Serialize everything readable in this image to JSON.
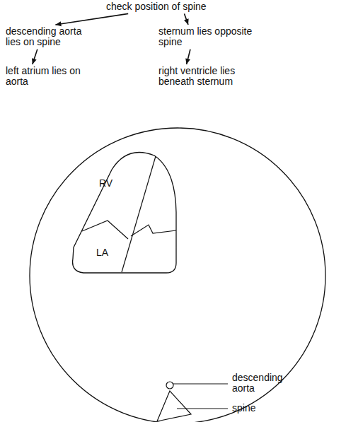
{
  "diagram": {
    "nodes": [
      {
        "text": [
          "check position of spine"
        ]
      },
      {
        "text": [
          "descending aorta lies on spine"
        ]
      },
      {
        "text": [
          "sternum lies opposite spine"
        ]
      },
      {
        "text": [
          "left atrium lies on aorta"
        ]
      },
      {
        "text": [
          "right ventricle lies beneath sternum"
        ]
      }
    ],
    "edges": [
      {
        "from": 0,
        "to": 1,
        "arrow": "to"
      },
      {
        "from": 0,
        "to": 2,
        "arrow": "to"
      },
      {
        "from": 1,
        "to": 3,
        "arrow": "to"
      },
      {
        "from": 2,
        "to": 4,
        "arrow": "to"
      }
    ],
    "labels": [
      "RV",
      "LA",
      "descending aorta",
      "spine"
    ]
  }
}
